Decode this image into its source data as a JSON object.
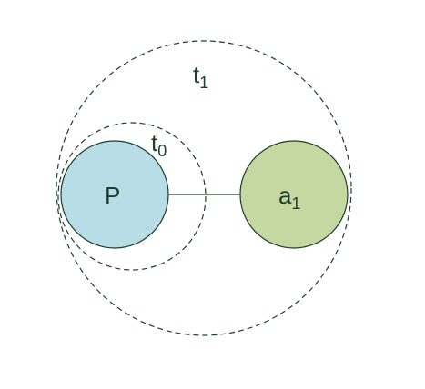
{
  "nodes": {
    "p": {
      "label": "P",
      "fill": "#b8dde6",
      "stroke": "#1f3d2b"
    },
    "a1": {
      "label": "a",
      "subscript": "1",
      "fill": "#c5d8a2",
      "stroke": "#1f3d2b"
    }
  },
  "rings": {
    "t0": {
      "label": "t",
      "subscript": "0",
      "stroke": "#1f3d2b"
    },
    "t1": {
      "label": "t",
      "subscript": "1",
      "stroke": "#1f3d2b"
    }
  },
  "edge": {
    "stroke": "#1f3d2b"
  }
}
